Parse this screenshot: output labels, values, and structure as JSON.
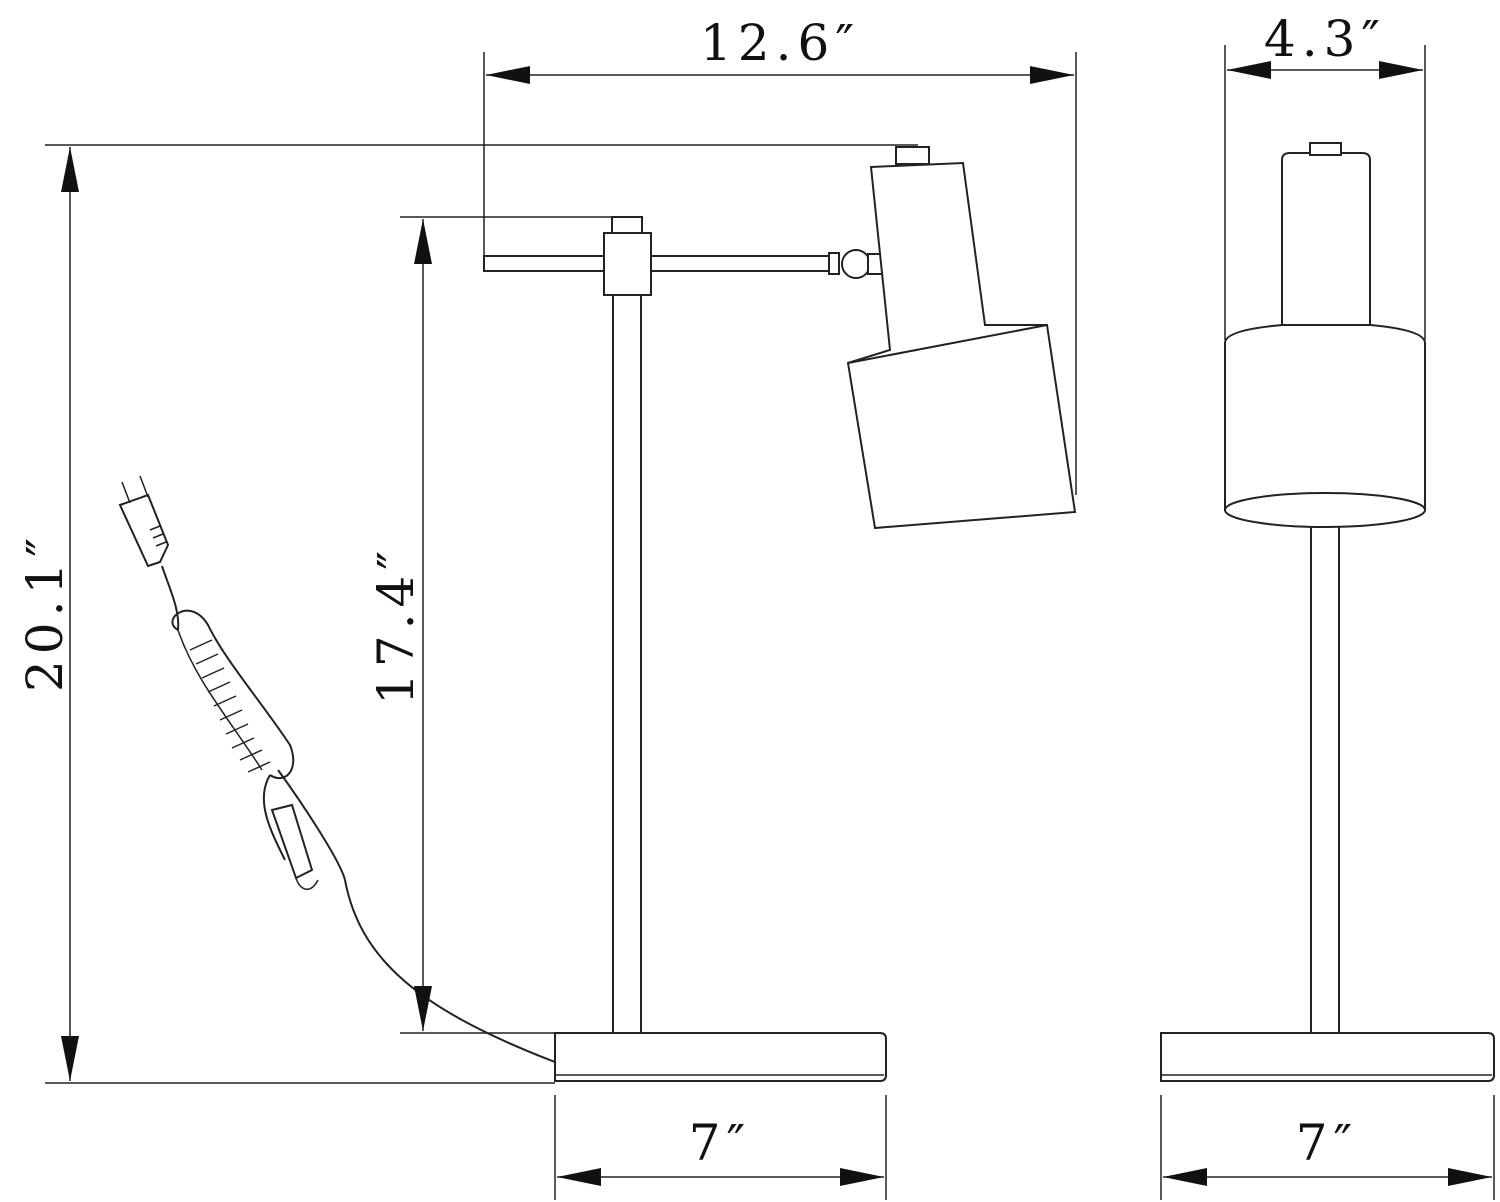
{
  "dimensions": {
    "width": "12.6″",
    "shade_diameter": "4.3″",
    "overall_height": "20.1″",
    "arm_height": "17.4″",
    "base_width_side": "7″",
    "base_width_front": "7″"
  },
  "colors": {
    "line": "#222222",
    "background": "#ffffff"
  }
}
